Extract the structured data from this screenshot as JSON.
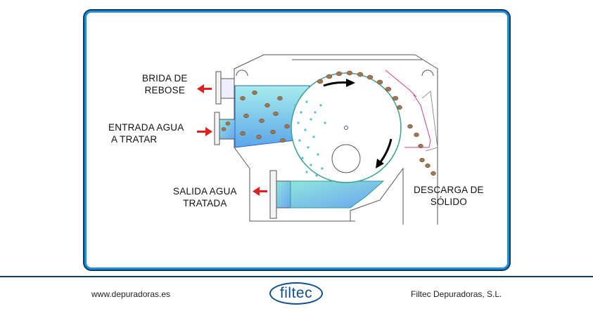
{
  "labels": {
    "brida": [
      "BRIDA DE",
      "REBOSE"
    ],
    "entrada": [
      "ENTRADA AGUA",
      "A TRATAR"
    ],
    "salida": [
      "SALIDA AGUA",
      "TRATADA"
    ],
    "descarga": [
      "DESCARGA DE",
      "SÓLIDO"
    ]
  },
  "footer": {
    "website": "www.depuradoras.es",
    "logo_text": "filtec",
    "company": "Filtec Depuradoras, S.L."
  },
  "colors": {
    "frame": "#1b8fd8",
    "frame_outer": "#0b3a66",
    "arrow_red": "#e02020",
    "water": "#7fd6e0",
    "logo": "#0d4f8e"
  },
  "icons": [
    "red-arrow-icon",
    "rotation-arrow-icon"
  ]
}
